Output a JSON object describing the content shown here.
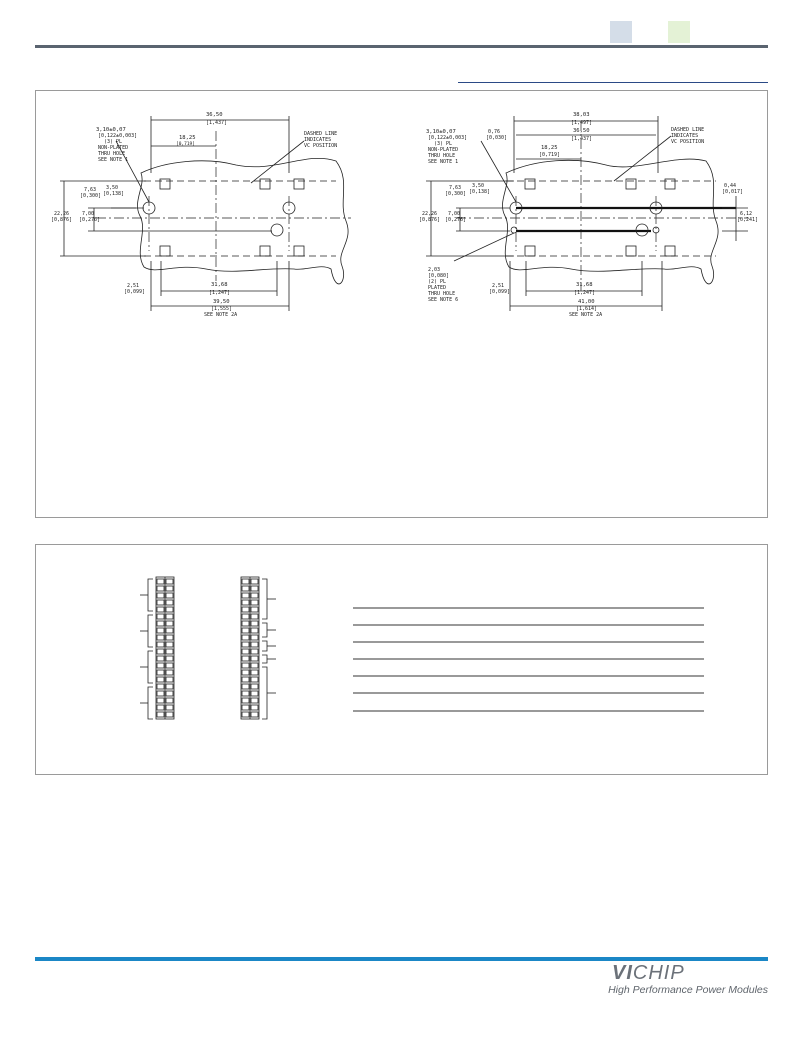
{
  "header": {
    "swatch_colors": [
      "#d4dde8",
      "#e4f2d6"
    ],
    "rule_color": "#5a6470",
    "sub_rule_color": "#2b4a86"
  },
  "drawing_left": {
    "hole_dia": "3,10±0,07",
    "hole_dia_in": "[0,122±0,003]",
    "hole_count": "(3) PL",
    "hole_note1": "NON-PLATED",
    "hole_note2": "THRU HOLE",
    "hole_note3": "SEE NOTE 1",
    "dim_top": "36,50",
    "dim_top_in": "[1,437]",
    "dim_half": "18,25",
    "dim_half_in": "[0,719]",
    "dashed_note1": "DASHED LINE",
    "dashed_note2": "INDICATES",
    "dashed_note3": "VC POSITION",
    "dim_763": "7,63",
    "dim_763_in": "[0,300]",
    "dim_350": "3,50",
    "dim_350_in": "[0,138]",
    "dim_2226": "22,26",
    "dim_2226_in": "[0,876]",
    "dim_700": "7,00",
    "dim_700_in": "[0,276]",
    "dim_251": "2,51",
    "dim_251_in": "[0,099]",
    "dim_3168": "31,68",
    "dim_3168_in": "[1,247]",
    "dim_3950": "39,50",
    "dim_3950_in": "[1,555]",
    "see_note": "SEE NOTE 2A"
  },
  "drawing_right": {
    "hole_dia": "3,10±0,07",
    "hole_dia_in": "[0,122±0,003]",
    "hole_count": "(3) PL",
    "hole_note1": "NON-PLATED",
    "hole_note2": "THRU HOLE",
    "hole_note3": "SEE NOTE 1",
    "dim_076": "0,76",
    "dim_076_in": "[0,030]",
    "dim_top": "38,03",
    "dim_top_in": "[1,497]",
    "dim_3650": "36,50",
    "dim_3650_in": "[1,437]",
    "dim_half": "18,25",
    "dim_half_in": "[0,719]",
    "dashed_note1": "DASHED LINE",
    "dashed_note2": "INDICATES",
    "dashed_note3": "VC POSITION",
    "dim_763": "7,63",
    "dim_763_in": "[0,300]",
    "dim_350": "3,50",
    "dim_350_in": "[0,138]",
    "dim_044": "0,44",
    "dim_044_in": "[0,017]",
    "dim_2226": "22,26",
    "dim_2226_in": "[0,876]",
    "dim_700": "7,00",
    "dim_700_in": "[0,276]",
    "dim_612": "6,12",
    "dim_612_in": "[0,241]",
    "plated_dia": "2,03",
    "plated_dia_in": "[0,080]",
    "plated_count": "(2) PL",
    "plated_note1": "PLATED",
    "plated_note2": "THRU HOLE",
    "plated_note3": "SEE NOTE 6",
    "dim_251": "2,51",
    "dim_251_in": "[0,099]",
    "dim_3168": "31,68",
    "dim_3168_in": "[1,247]",
    "dim_4100": "41,00",
    "dim_4100_in": "[1,614]",
    "see_note": "SEE NOTE 2A"
  },
  "footer": {
    "logo_bold": "VI",
    "logo_thin": "CHIP",
    "tagline": "High Performance Power Modules",
    "rule_color": "#1b87c6"
  }
}
